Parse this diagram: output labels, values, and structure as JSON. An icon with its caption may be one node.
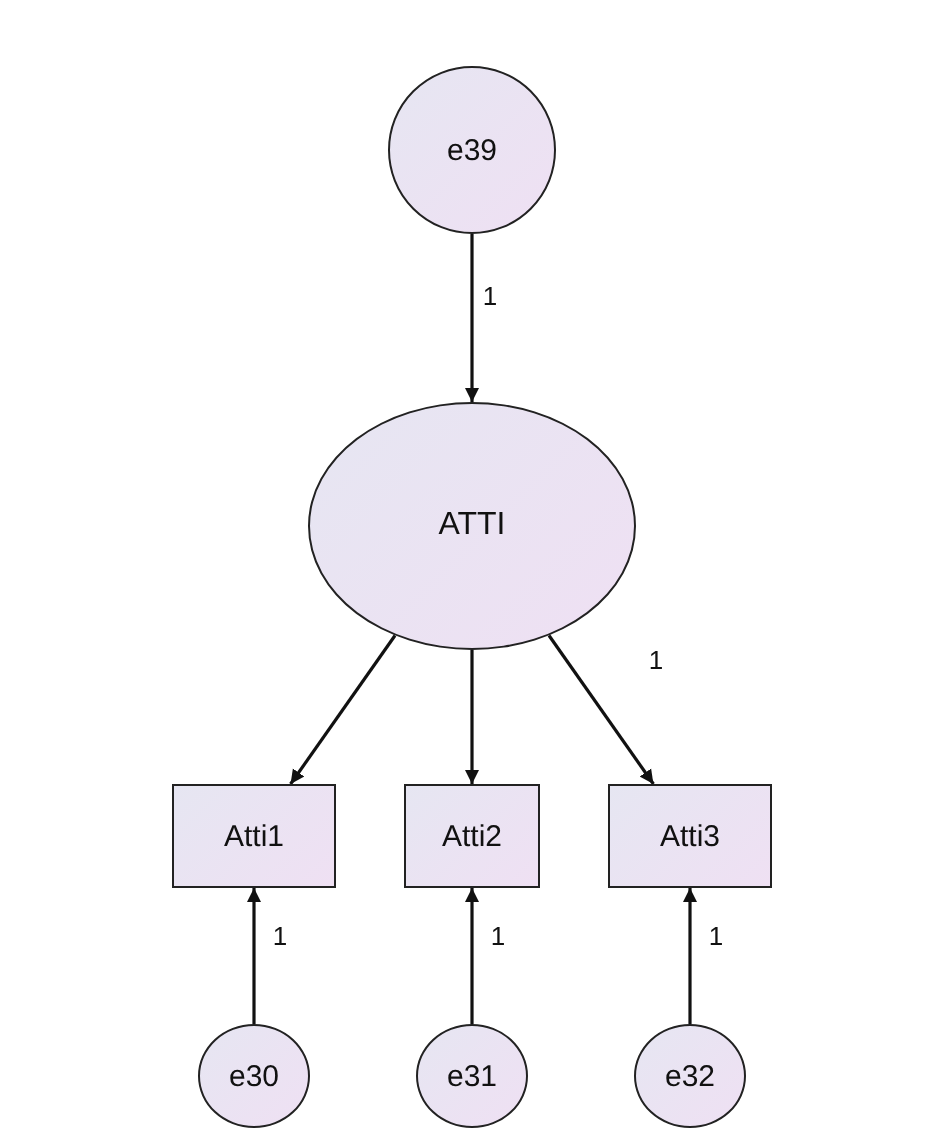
{
  "diagram": {
    "nodes": [
      {
        "text": [
          "e39"
        ]
      },
      {
        "text": [
          "ATTI"
        ]
      },
      {
        "text": [
          "Atti1"
        ]
      },
      {
        "text": [
          "Atti2"
        ]
      },
      {
        "text": [
          "Atti3"
        ]
      },
      {
        "text": [
          "e30"
        ]
      },
      {
        "text": [
          "e31"
        ]
      },
      {
        "text": [
          "e32"
        ]
      }
    ],
    "edges": [
      {
        "from": 0,
        "to": 1,
        "arrow": "to",
        "label": "1"
      },
      {
        "from": 1,
        "to": 2,
        "arrow": "to"
      },
      {
        "from": 1,
        "to": 3,
        "arrow": "to"
      },
      {
        "from": 1,
        "to": 4,
        "arrow": "to",
        "label": "1"
      },
      {
        "from": 5,
        "to": 2,
        "arrow": "to",
        "label": "1"
      },
      {
        "from": 6,
        "to": 3,
        "arrow": "to",
        "label": "1"
      },
      {
        "from": 7,
        "to": 4,
        "arrow": "to",
        "label": "1"
      }
    ]
  }
}
